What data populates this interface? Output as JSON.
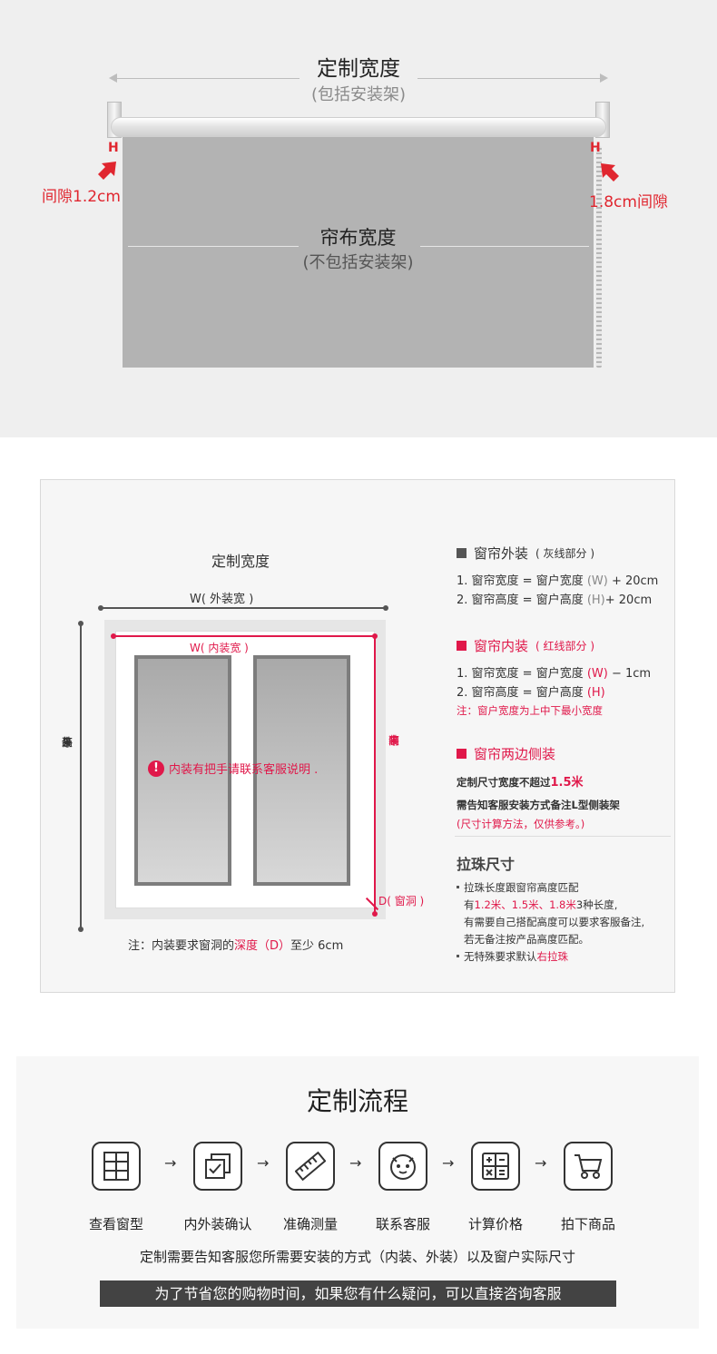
{
  "section1": {
    "title": "定制宽度",
    "subtitle": "(包括安装架)",
    "fabric_title": "帘布宽度",
    "fabric_subtitle": "(不包括安装架)",
    "gap_left": "间隙1.2cm",
    "gap_right": "1.8cm间隙",
    "gap_marker": "H"
  },
  "section2": {
    "title": "定制宽度",
    "w_outer": "W( 外装宽 )",
    "w_inner": "W( 内装宽 )",
    "h_outer_chars": [
      "H",
      "(",
      "外",
      "装",
      "高",
      ")"
    ],
    "h_inner_chars": [
      "H",
      "(",
      "内",
      "装",
      "高",
      ")"
    ],
    "depth_label": "D( 窗洞 )",
    "warning": "内装有把手请联系客服说明 .",
    "warning_icon": "exclamation-icon",
    "note_prefix": "注：内装要求窗洞的",
    "note_highlight": "深度（D）",
    "note_suffix": "至少 6cm",
    "outer": {
      "heading": "窗帘外装",
      "heading_sub": "( 灰线部分 )",
      "line1_a": "1. 窗帘宽度 = 窗户宽度 ",
      "line1_b": "(W)",
      "line1_c": " + 20cm",
      "line2_a": "2. 窗帘高度 = 窗户高度 ",
      "line2_b": "(H)",
      "line2_c": "+ 20cm"
    },
    "inner": {
      "heading": "窗帘内装",
      "heading_sub": "( 红线部分 )",
      "line1_a": "1. 窗帘宽度 = 窗户宽度 ",
      "line1_b": "(W)",
      "line1_c": " − 1cm",
      "line2_a": "2. 窗帘高度 = 窗户高度 ",
      "line2_b": "(H)",
      "note": "注：窗户宽度为上中下最小宽度"
    },
    "side": {
      "heading": "窗帘两边侧装",
      "line1_a": "定制尺寸宽度不超过",
      "line1_b": "1.5米",
      "line2": "需告知客服安装方式备注L型侧装架",
      "line3": "(尺寸计算方法，仅供参考。)"
    },
    "chain": {
      "heading": "拉珠尺寸",
      "line1": "拉珠长度跟窗帘高度匹配",
      "line2_a": "有",
      "line2_b": "1.2米、1.5米、1.8米",
      "line2_c": "3种长度,",
      "line3": "有需要自己搭配高度可以要求客服备注,",
      "line4": "若无备注按产品高度匹配。",
      "line5_a": "无特殊要求默认",
      "line5_b": "右拉珠"
    }
  },
  "section3": {
    "title": "定制流程",
    "steps": [
      {
        "label": "查看窗型",
        "icon": "window-grid-icon"
      },
      {
        "label": "内外装确认",
        "icon": "checkbox-icon"
      },
      {
        "label": "准确测量",
        "icon": "ruler-icon"
      },
      {
        "label": "联系客服",
        "icon": "chat-face-icon"
      },
      {
        "label": "计算价格",
        "icon": "calculator-icon"
      },
      {
        "label": "拍下商品",
        "icon": "cart-icon"
      }
    ],
    "arrow": "→",
    "description": "定制需要告知客服您所需要安装的方式（内装、外装）以及窗户实际尺寸",
    "banner": "为了节省您的购物时间，如果您有什么疑问，可以直接咨询客服"
  },
  "colors": {
    "accent_red": "#e0262f",
    "inner_red": "#e0184a",
    "banner": "#434343"
  }
}
